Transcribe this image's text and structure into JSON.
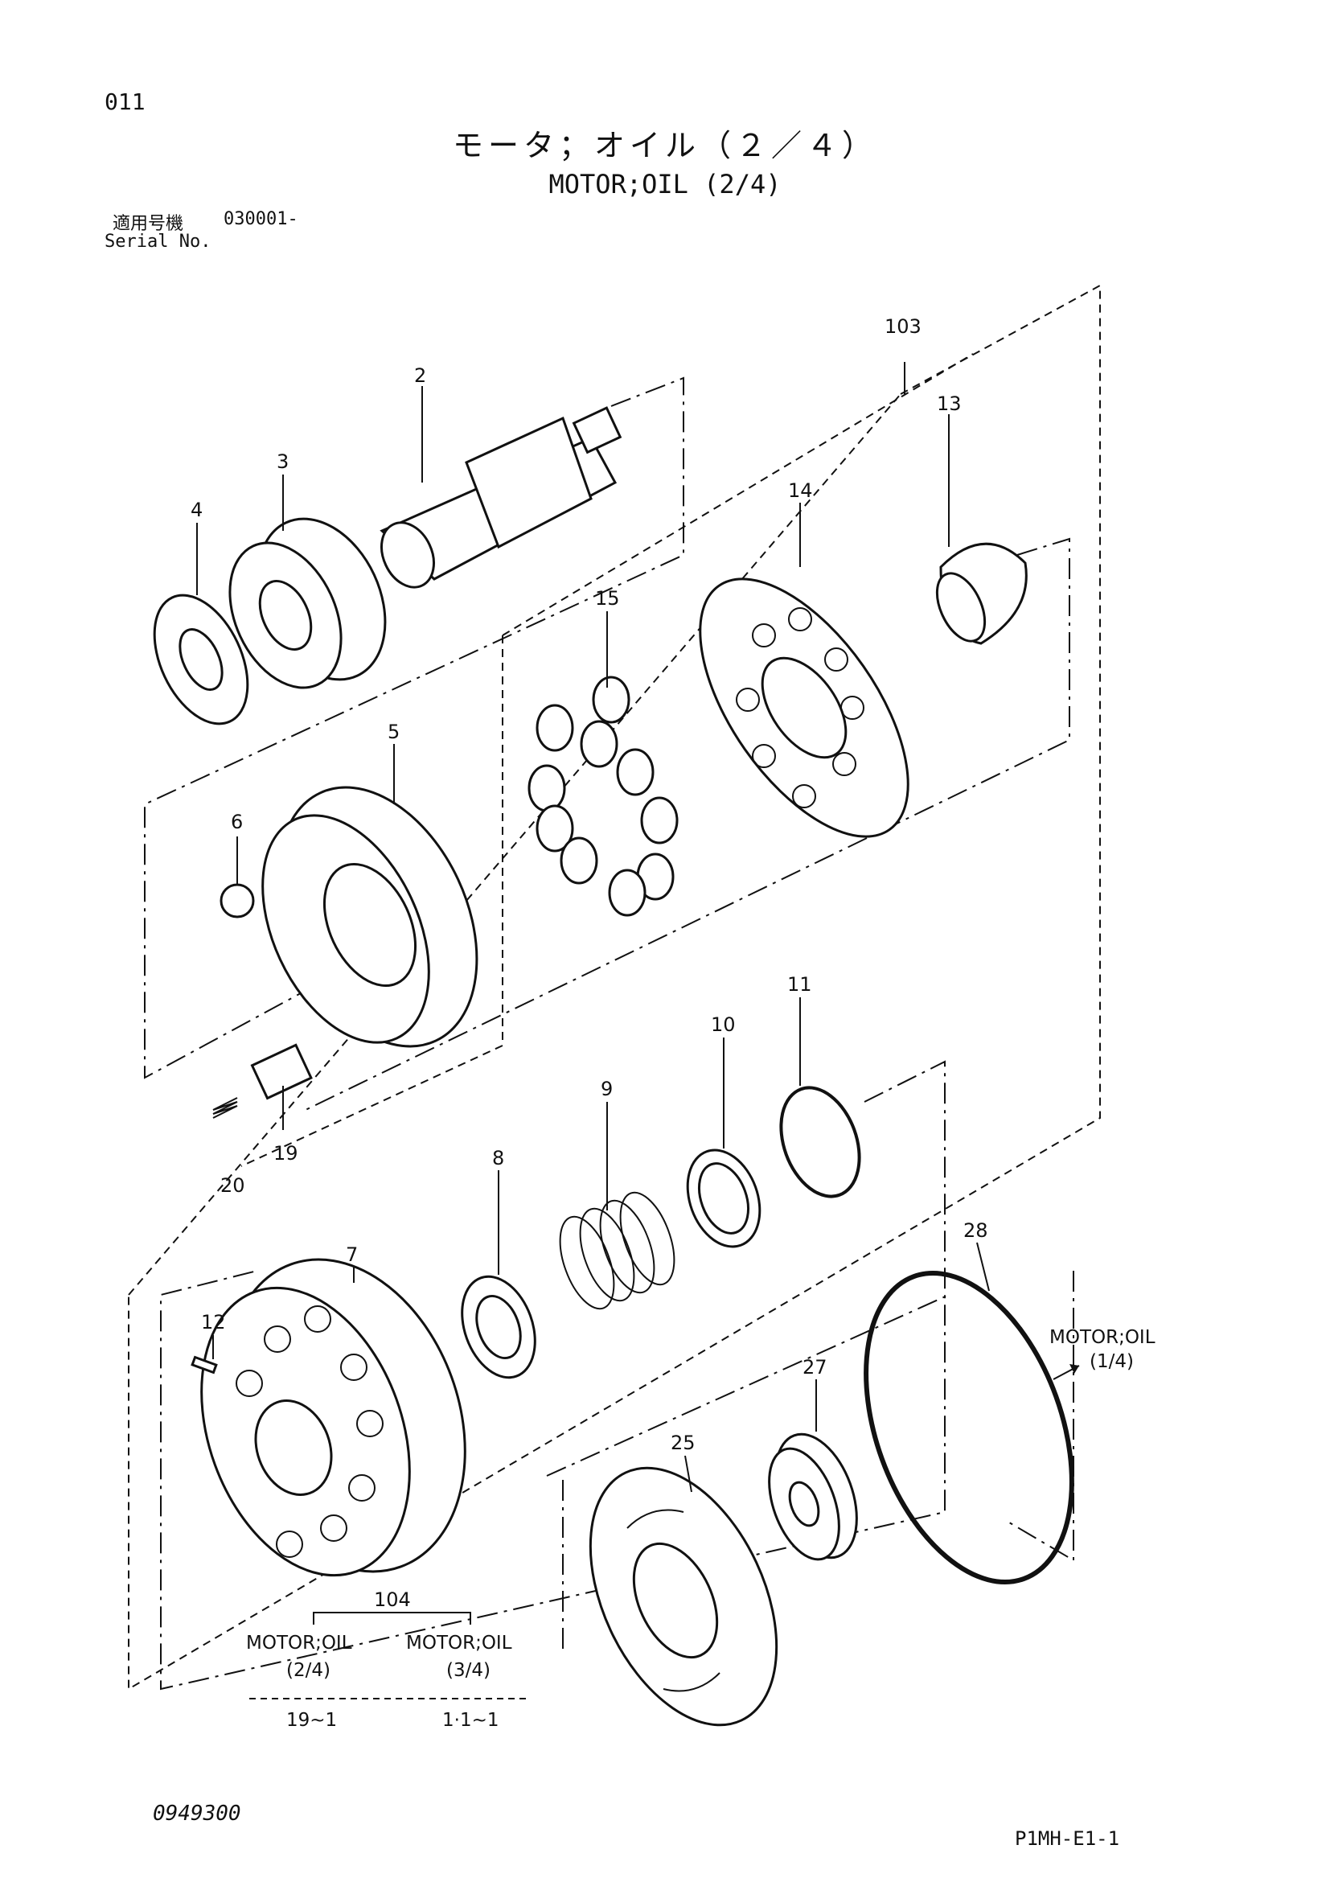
{
  "header": {
    "page_number": "011",
    "title_jp": "モータ；オイル（２／４）",
    "title_en": "MOTOR;OIL (2/4)",
    "serial_label_jp": "適用号機",
    "serial_value": "030001-",
    "serial_label_en": "Serial No."
  },
  "callouts": [
    "2",
    "3",
    "4",
    "5",
    "6",
    "7",
    "8",
    "9",
    "10",
    "11",
    "12",
    "13",
    "14",
    "15",
    "19",
    "20",
    "25",
    "27",
    "28",
    "103",
    "104"
  ],
  "references": {
    "next_page": {
      "line1": "MOTOR;OIL",
      "line2": "(1/4)"
    },
    "assembly_104": {
      "left": {
        "name": "MOTOR;OIL",
        "page": "(2/4)",
        "range": "19~1"
      },
      "right": {
        "name": "MOTOR;OIL",
        "page": "(3/4)",
        "range": "1·1~1"
      }
    }
  },
  "footer": {
    "document_code": "0949300",
    "catalog_code": "P1MH-E1-1"
  }
}
